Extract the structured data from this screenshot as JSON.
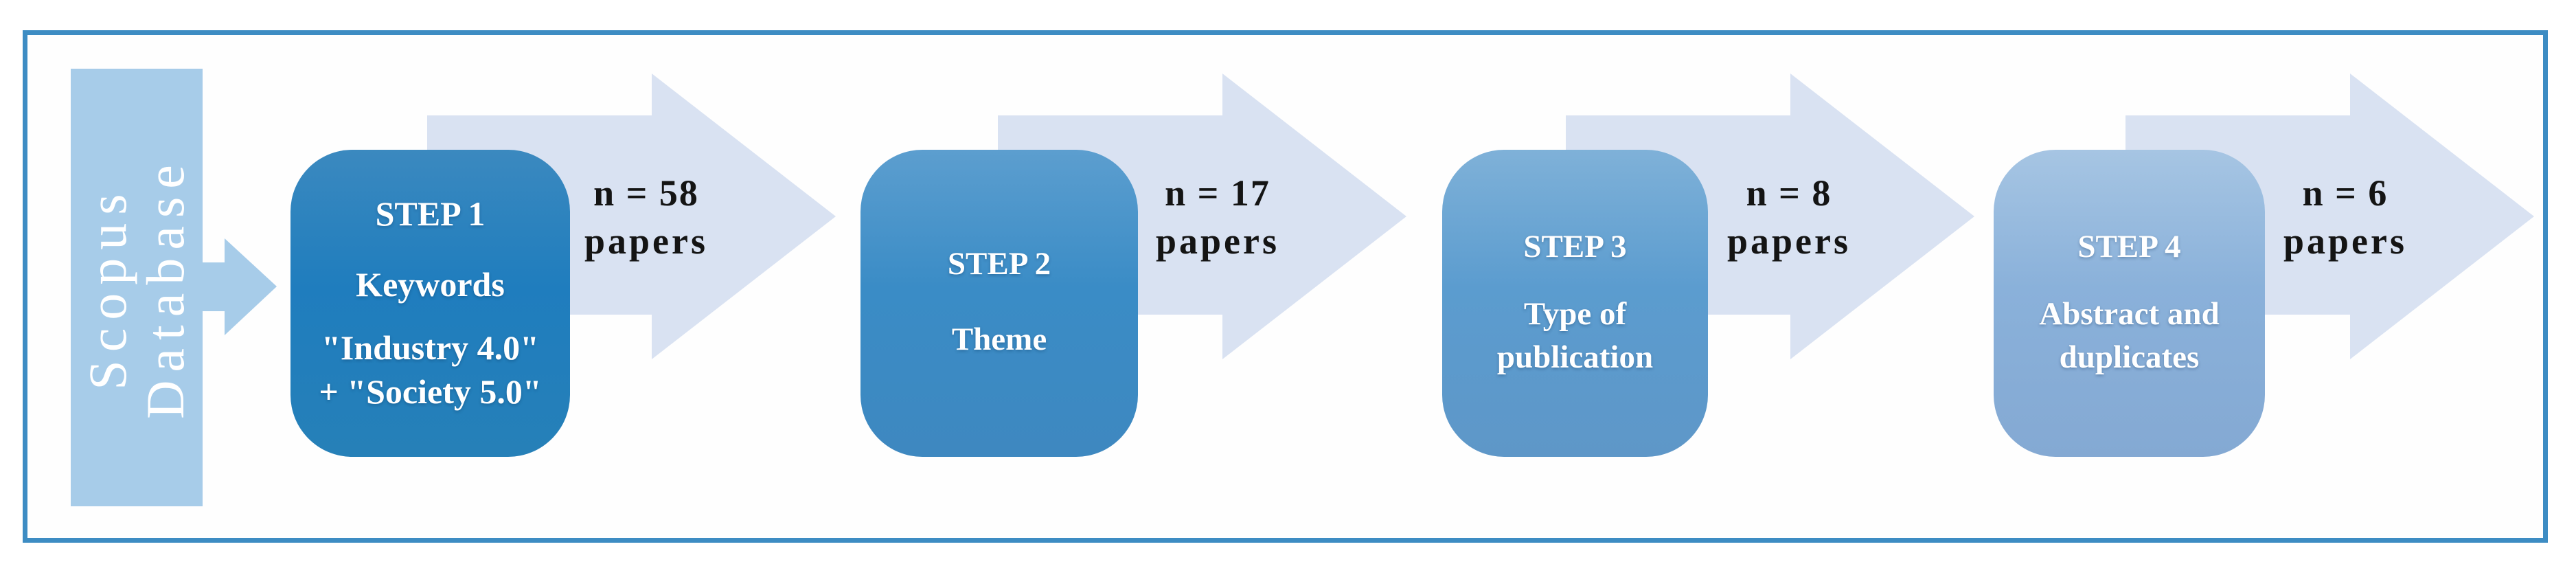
{
  "figure": {
    "description": "Paper selection flow diagram",
    "source": {
      "lines": [
        "Scopus",
        "Database"
      ]
    },
    "steps": [
      {
        "title": "STEP 1",
        "lines": [
          "Keywords",
          "\"Industry 4.0\"",
          "+ \"Society 5.0\""
        ],
        "result": {
          "count": "n = 58",
          "unit": "papers"
        }
      },
      {
        "title": "STEP 2",
        "lines": [
          "Theme"
        ],
        "result": {
          "count": "n = 17",
          "unit": "papers"
        }
      },
      {
        "title": "STEP 3",
        "lines": [
          "Type of",
          "publication"
        ],
        "result": {
          "count": "n = 8",
          "unit": "papers"
        }
      },
      {
        "title": "STEP 4",
        "lines": [
          "Abstract and",
          "duplicates"
        ],
        "result": {
          "count": "n = 6",
          "unit": "papers"
        }
      }
    ],
    "colors": {
      "frame_border": "#3d8cc3",
      "source_fill": "#a7cce9",
      "flow_arrow_fill": "#d9e2f2",
      "step1_fill": "#1f7dbe",
      "step2_fill": "#3a8cc6",
      "step3_fill": "#5b9ccf",
      "step4_fill": "#8ab1da",
      "step_text": "#ffffff",
      "result_text": "#141414"
    }
  }
}
